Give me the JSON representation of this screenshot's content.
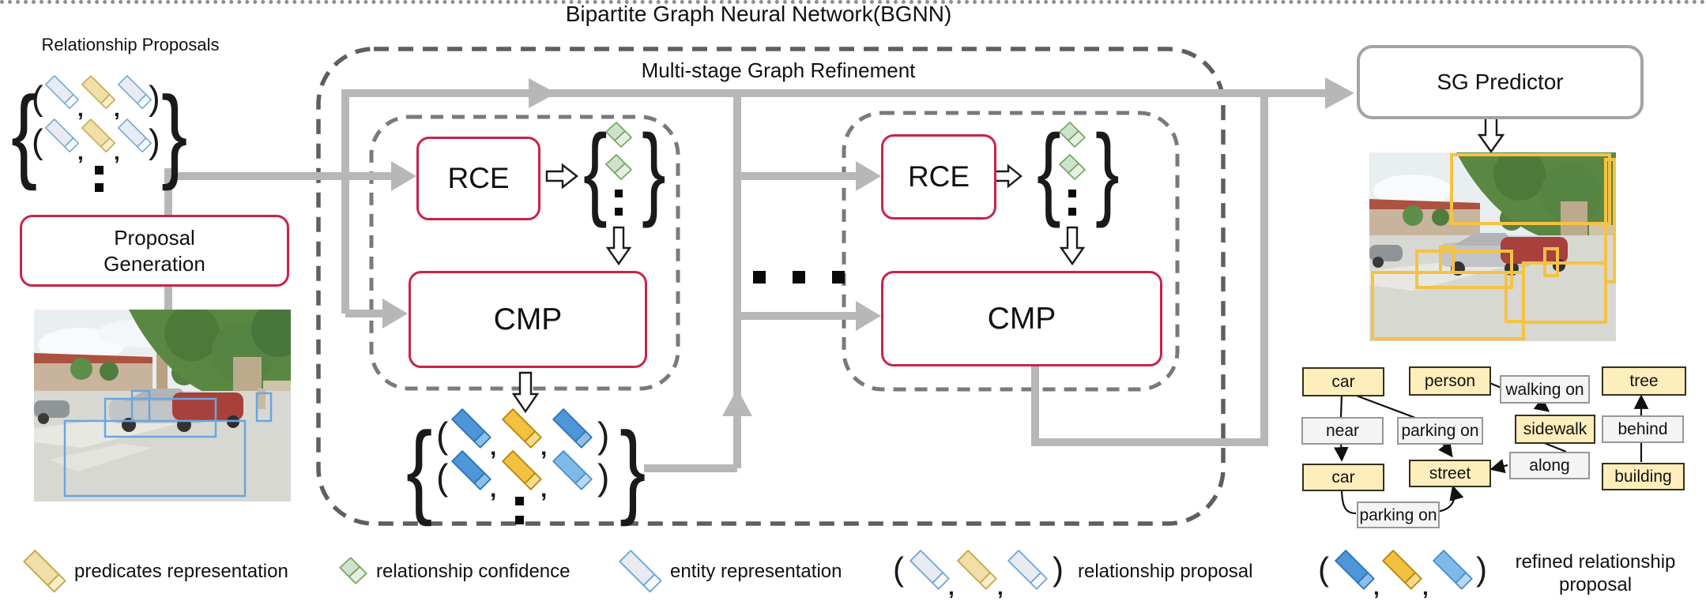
{
  "title": "Bipartite Graph Neural Network(BGNN)",
  "stage_label": "Multi-stage Graph Refinement",
  "proposals_label": "Relationship Proposals",
  "boxes": {
    "proposal_generation": "Proposal\nGeneration",
    "rce": "RCE",
    "cmp": "CMP",
    "sg_predictor": "SG Predictor"
  },
  "glyphs": {
    "open_brace": "{",
    "close_brace": "}",
    "open_paren": "(",
    "close_paren": ")",
    "comma": ","
  },
  "scene_graph": {
    "nodes": [
      {
        "label": "car",
        "type": "entity"
      },
      {
        "label": "person",
        "type": "entity"
      },
      {
        "label": "walking on",
        "type": "predicate"
      },
      {
        "label": "tree",
        "type": "entity"
      },
      {
        "label": "near",
        "type": "predicate"
      },
      {
        "label": "parking on",
        "type": "predicate"
      },
      {
        "label": "sidewalk",
        "type": "entity"
      },
      {
        "label": "behind",
        "type": "predicate"
      },
      {
        "label": "car",
        "type": "entity"
      },
      {
        "label": "street",
        "type": "entity"
      },
      {
        "label": "along",
        "type": "predicate"
      },
      {
        "label": "building",
        "type": "entity"
      },
      {
        "label": "parking on",
        "type": "predicate"
      }
    ]
  },
  "legend": {
    "items": [
      {
        "icon": "predicate-bar-icon",
        "label": "predicates representation"
      },
      {
        "icon": "confidence-cube-icon",
        "label": "relationship confidence"
      },
      {
        "icon": "entity-bar-icon",
        "label": "entity representation"
      },
      {
        "icon": "relationship-proposal-tuple-icon",
        "label": "relationship proposal"
      },
      {
        "icon": "refined-relationship-tuple-icon",
        "label": "refined relationship\nproposal"
      }
    ]
  },
  "colors": {
    "accent_red": "#c9234a",
    "arrow_gray": "#b7b7b7",
    "dash_gray": "#5f5f5f",
    "box_gray_border": "#a3a3a3",
    "entity_blue": "#6fa8dc",
    "predicate_gold": "#c7a84e",
    "confidence_green": "#76a565",
    "refined_blue": "#4e96d9",
    "refined_gold": "#f2c140",
    "sg_entity_fill": "#fdeebb",
    "sg_predicate_fill": "#f4f4f4",
    "bbox_blue": "#6aa5e0",
    "bbox_yellow": "#f5c244"
  }
}
